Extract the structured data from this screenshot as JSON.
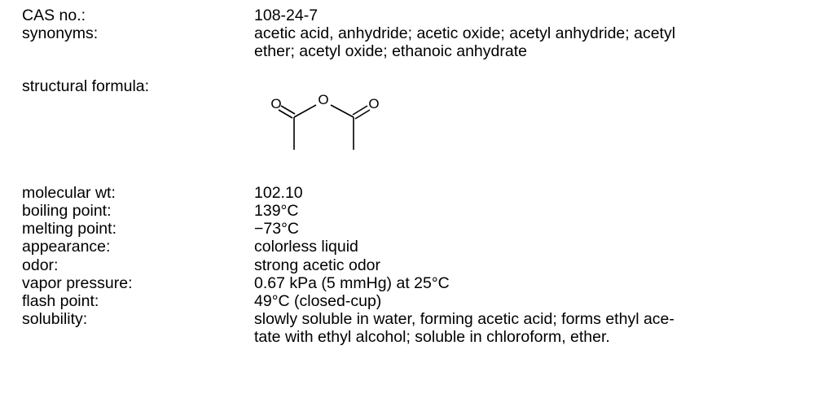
{
  "cas": {
    "label": "CAS no.:",
    "value": "108-24-7"
  },
  "synonyms": {
    "label": "synonyms:",
    "lines": [
      "acetic acid, anhydride; acetic oxide; acetyl anhydride; acetyl",
      "ether; acetyl oxide; ethanoic anhydrate"
    ]
  },
  "structure": {
    "label": "structural formula:",
    "atoms": {
      "o_left": "O",
      "o_bridge": "O",
      "o_right": "O"
    }
  },
  "molecular_wt": {
    "label": "molecular wt:",
    "value": "102.10"
  },
  "boiling_point": {
    "label": "boiling point:",
    "value": "139°C"
  },
  "melting_point": {
    "label": "melting point:",
    "value": "−73°C"
  },
  "appearance": {
    "label": "appearance:",
    "value": "colorless liquid"
  },
  "odor": {
    "label": "odor:",
    "value": "strong acetic odor"
  },
  "vapor_pressure": {
    "label": "vapor pressure:",
    "value": "0.67 kPa (5 mmHg) at 25°C"
  },
  "flash_point": {
    "label": "flash point:",
    "value": "49°C (closed-cup)"
  },
  "solubility": {
    "label": "solubility:",
    "lines": [
      "slowly soluble in water, forming acetic acid; forms ethyl ace-",
      "tate with ethyl  alcohol; soluble in chloroform, ether."
    ]
  }
}
